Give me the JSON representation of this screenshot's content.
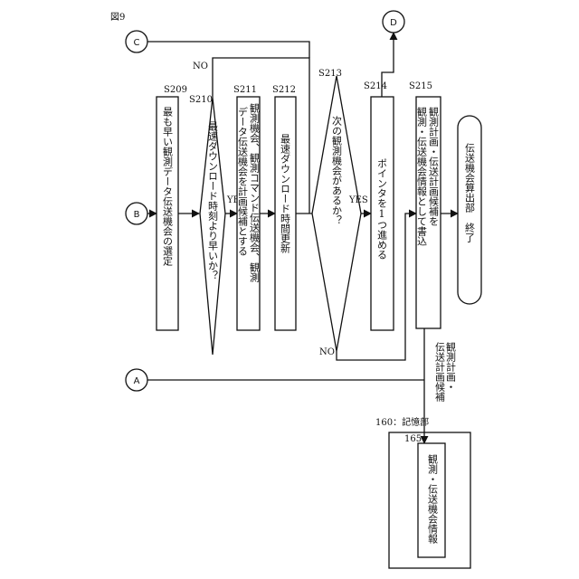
{
  "figure_label": "図9",
  "connectors": {
    "b": "B",
    "c": "C",
    "a": "A",
    "d": "D"
  },
  "steps": {
    "s209": {
      "id": "S209",
      "text": "最も早い観測データ伝送機会の選定"
    },
    "s210": {
      "id": "S210",
      "text": "最速ダウンロード時刻より早いか？"
    },
    "s211": {
      "id": "S211",
      "text": [
        "観測機会、観測コマンド伝送機会、観測",
        "データ伝送機会を計画候補とする"
      ]
    },
    "s212": {
      "id": "S212",
      "text": "最速ダウンロード時間更新"
    },
    "s213": {
      "id": "S213",
      "text": "次の観測機会があるか？"
    },
    "s214": {
      "id": "S214",
      "text": "ポインタを1つ進める"
    },
    "s215": {
      "id": "S215",
      "text": [
        "観測計画・伝送計画候補を",
        "観測・伝送機会情報として書込"
      ]
    },
    "end": {
      "text": "伝送機会算出部　終了"
    }
  },
  "branches": {
    "yes": "YES",
    "no": "NO"
  },
  "flow_label": [
    "観測計画・",
    "伝送計画候補"
  ],
  "storage": {
    "label": "160：記憶部",
    "item_id": "165",
    "item_text": "観測・伝送機会情報"
  }
}
